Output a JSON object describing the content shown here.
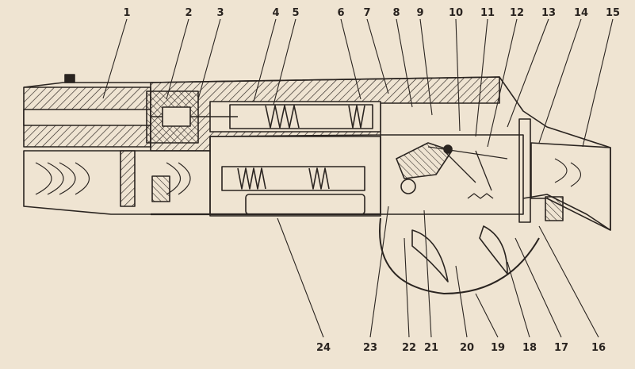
{
  "figure": {
    "background": "#efe4d2",
    "ink": "#2a2420"
  },
  "callouts": {
    "top": [
      "1",
      "2",
      "3",
      "4",
      "5",
      "6",
      "7",
      "8",
      "9",
      "10",
      "11",
      "12",
      "13",
      "14",
      "15"
    ],
    "bottom": [
      "24",
      "23",
      "22",
      "21",
      "20",
      "19",
      "18",
      "17",
      "16"
    ]
  }
}
